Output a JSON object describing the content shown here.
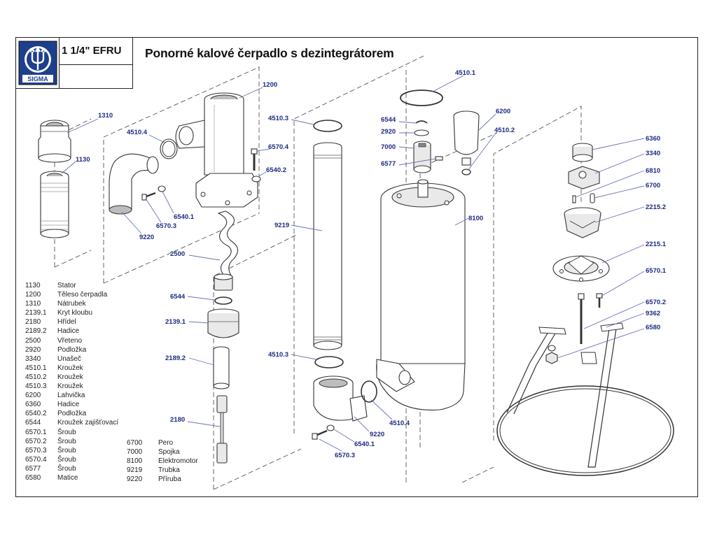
{
  "header": {
    "brand": "SIGMA",
    "model": "1 1/4\" EFRU",
    "title": "Ponorné kalové čerpadlo s dezintegrátorem"
  },
  "labels": [
    {
      "id": "l-1310",
      "text": "1310"
    },
    {
      "id": "l-1130",
      "text": "1130"
    },
    {
      "id": "l-4510-4a",
      "text": "4510.4"
    },
    {
      "id": "l-1200",
      "text": "1200"
    },
    {
      "id": "l-6570-4",
      "text": "6570.4"
    },
    {
      "id": "l-6540-2",
      "text": "6540.2"
    },
    {
      "id": "l-6540-1a",
      "text": "6540.1"
    },
    {
      "id": "l-6570-3a",
      "text": "6570.3"
    },
    {
      "id": "l-9220a",
      "text": "9220"
    },
    {
      "id": "l-2500",
      "text": "2500"
    },
    {
      "id": "l-6544a",
      "text": "6544"
    },
    {
      "id": "l-2139-1",
      "text": "2139.1"
    },
    {
      "id": "l-2189-2",
      "text": "2189.2"
    },
    {
      "id": "l-2180",
      "text": "2180"
    },
    {
      "id": "l-4510-3a",
      "text": "4510.3"
    },
    {
      "id": "l-9219",
      "text": "9219"
    },
    {
      "id": "l-4510-3b",
      "text": "4510.3"
    },
    {
      "id": "l-4510-1",
      "text": "4510.1"
    },
    {
      "id": "l-6544b",
      "text": "6544"
    },
    {
      "id": "l-2920",
      "text": "2920"
    },
    {
      "id": "l-7000",
      "text": "7000"
    },
    {
      "id": "l-6577",
      "text": "6577"
    },
    {
      "id": "l-6200",
      "text": "6200"
    },
    {
      "id": "l-4510-2",
      "text": "4510.2"
    },
    {
      "id": "l-8100",
      "text": "8100"
    },
    {
      "id": "l-4510-4b",
      "text": "4510.4"
    },
    {
      "id": "l-9220b",
      "text": "9220"
    },
    {
      "id": "l-6540-1b",
      "text": "6540.1"
    },
    {
      "id": "l-6570-3b",
      "text": "6570.3"
    },
    {
      "id": "l-6360",
      "text": "6360"
    },
    {
      "id": "l-3340",
      "text": "3340"
    },
    {
      "id": "l-6810",
      "text": "6810"
    },
    {
      "id": "l-6700",
      "text": "6700"
    },
    {
      "id": "l-2215-2",
      "text": "2215.2"
    },
    {
      "id": "l-2215-1",
      "text": "2215.1"
    },
    {
      "id": "l-6570-1",
      "text": "6570.1"
    },
    {
      "id": "l-6570-2",
      "text": "6570.2"
    },
    {
      "id": "l-9362",
      "text": "9362"
    },
    {
      "id": "l-6580",
      "text": "6580"
    }
  ],
  "legend": [
    {
      "code": "1130",
      "name": "Stator"
    },
    {
      "code": "1200",
      "name": "Těleso čerpadla"
    },
    {
      "code": "1310",
      "name": "Nátrubek"
    },
    {
      "code": "2139.1",
      "name": "Kryt kloubu"
    },
    {
      "code": "2180",
      "name": "Hřídel"
    },
    {
      "code": "2189.2",
      "name": "Hadice"
    },
    {
      "code": "2500",
      "name": "Vřeteno"
    },
    {
      "code": "2920",
      "name": "Podložka"
    },
    {
      "code": "3340",
      "name": "Unašeč"
    },
    {
      "code": "4510.1",
      "name": "Kroužek"
    },
    {
      "code": "4510.2",
      "name": "Kroužek"
    },
    {
      "code": "4510.3",
      "name": "Kroužek"
    },
    {
      "code": "6200",
      "name": "Lahvička"
    },
    {
      "code": "6360",
      "name": "Hadice"
    },
    {
      "code": "6540.2",
      "name": "Podložka"
    },
    {
      "code": "6544",
      "name": "Kroužek zajišťovací"
    },
    {
      "code": "6570.1",
      "name": "Šroub"
    },
    {
      "code": "6570.2",
      "name": "Šroub"
    },
    {
      "code": "6570.3",
      "name": "Šroub"
    },
    {
      "code": "6570.4",
      "name": "Šroub"
    },
    {
      "code": "6577",
      "name": "Šroub"
    },
    {
      "code": "6580",
      "name": "Matice"
    }
  ],
  "legend2": [
    {
      "code": "6700",
      "name": "Pero"
    },
    {
      "code": "7000",
      "name": "Spojka"
    },
    {
      "code": "8100",
      "name": "Elektromotor"
    },
    {
      "code": "9219",
      "name": "Trubka"
    },
    {
      "code": "9220",
      "name": "Příruba"
    }
  ]
}
